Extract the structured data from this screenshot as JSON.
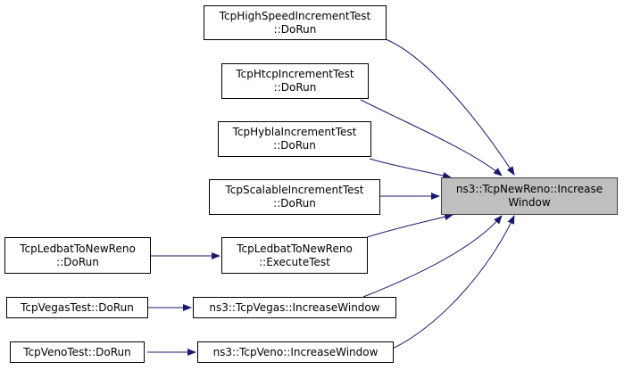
{
  "colors": {
    "edge": "#191970",
    "node_border": "#000000",
    "target_fill": "#bfbfbf"
  },
  "nodes": {
    "target": {
      "line1": "ns3::TcpNewReno::Increase",
      "line2": "Window"
    },
    "highspeed": {
      "line1": "TcpHighSpeedIncrementTest",
      "line2": "::DoRun"
    },
    "htcp": {
      "line1": "TcpHtcpIncrementTest",
      "line2": "::DoRun"
    },
    "hybla": {
      "line1": "TcpHyblaIncrementTest",
      "line2": "::DoRun"
    },
    "scalable": {
      "line1": "TcpScalableIncrementTest",
      "line2": "::DoRun"
    },
    "ledbat_exec": {
      "line1": "TcpLedbatToNewReno",
      "line2": "::ExecuteTest"
    },
    "ledbat_run": {
      "line1": "TcpLedbatToNewReno",
      "line2": "::DoRun"
    },
    "vegas_inc": {
      "line1": "ns3::TcpVegas::IncreaseWindow"
    },
    "vegas_test": {
      "line1": "TcpVegasTest::DoRun"
    },
    "veno_inc": {
      "line1": "ns3::TcpVeno::IncreaseWindow"
    },
    "veno_test": {
      "line1": "TcpVenoTest::DoRun"
    }
  },
  "edges": [
    {
      "from": "highspeed",
      "to": "target"
    },
    {
      "from": "htcp",
      "to": "target"
    },
    {
      "from": "hybla",
      "to": "target"
    },
    {
      "from": "scalable",
      "to": "target"
    },
    {
      "from": "ledbat_exec",
      "to": "target"
    },
    {
      "from": "vegas_inc",
      "to": "target"
    },
    {
      "from": "veno_inc",
      "to": "target"
    },
    {
      "from": "ledbat_run",
      "to": "ledbat_exec"
    },
    {
      "from": "vegas_test",
      "to": "vegas_inc"
    },
    {
      "from": "veno_test",
      "to": "veno_inc"
    }
  ]
}
